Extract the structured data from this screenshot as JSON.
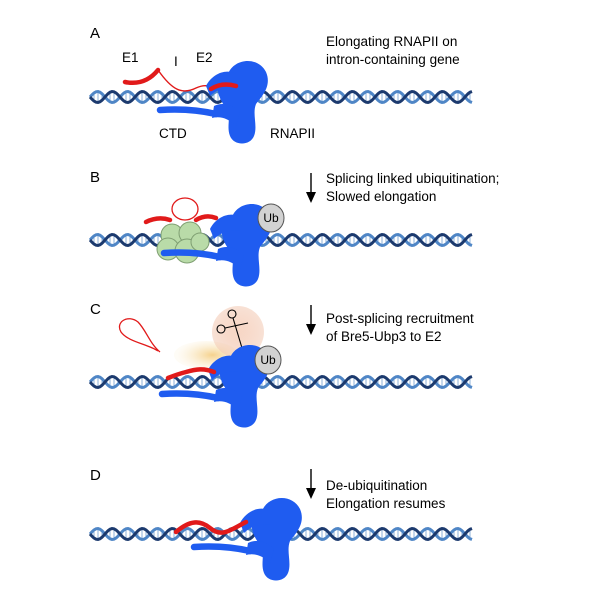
{
  "panels": [
    {
      "letter": "A",
      "caption_lines": [
        "Elongating RNAPII on",
        "intron-containing gene"
      ]
    },
    {
      "letter": "B",
      "caption_lines": [
        "Splicing linked ubiquitination;",
        "Slowed elongation"
      ]
    },
    {
      "letter": "C",
      "caption_lines": [
        "Post-splicing recruitment",
        "of Bre5-Ubp3 to E2"
      ]
    },
    {
      "letter": "D",
      "caption_lines": [
        "De-ubiquitination",
        "Elongation resumes"
      ]
    }
  ],
  "labels": {
    "e1": "E1",
    "intron": "I",
    "e2": "E2",
    "ctd": "CTD",
    "rnapii": "RNAPII",
    "ub": "Ub"
  },
  "colors": {
    "dna_dark": "#1c3a6e",
    "dna_light": "#4f86c6",
    "rnapii": "#1f5cf0",
    "exon": "#e11a1a",
    "spliceosome": "#b9dba8",
    "ub_badge": "#d2d2d2",
    "bre5": "#f3c9b3",
    "ubp3": "#f6dcaa"
  }
}
